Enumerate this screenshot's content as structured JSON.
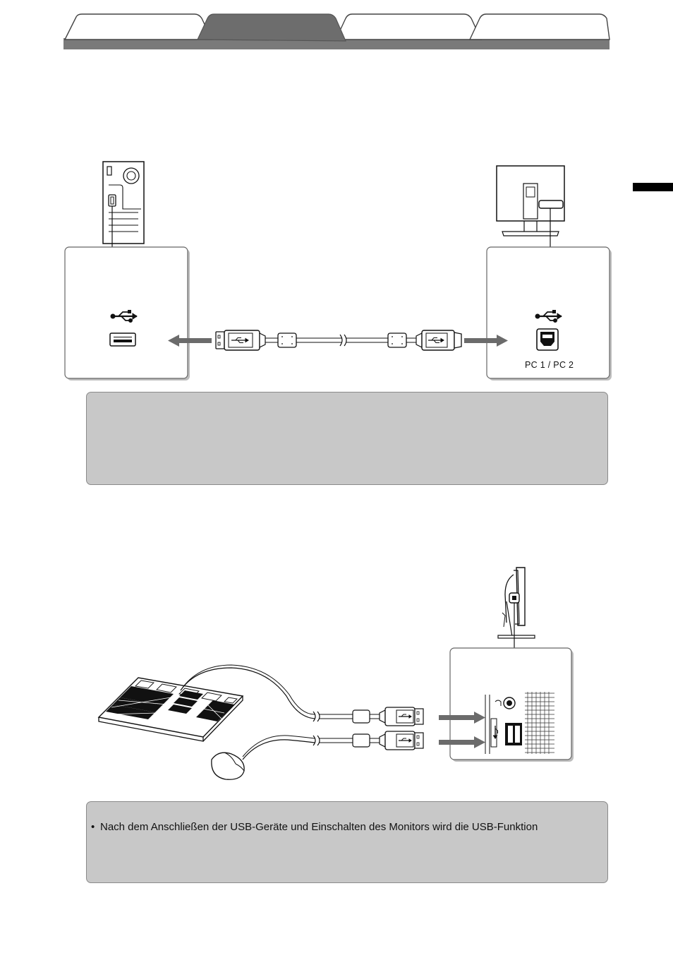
{
  "tabs": [
    "",
    "",
    "",
    ""
  ],
  "active_tab_index": 1,
  "top_diagram": {
    "monitor_port_label": "PC 1 / PC 2"
  },
  "bottom_note": {
    "bullet": "•",
    "text": "Nach dem Anschließen der USB-Geräte und Einschalten des Monitors wird die USB-Funktion"
  },
  "colors": {
    "tab_fill": "#ffffff",
    "tab_active": "#6d6d6d",
    "tab_bar": "#7a7a7a",
    "note_bg": "#c8c8c8",
    "arrow": "#6b6b6b",
    "side_marker": "#000000"
  }
}
